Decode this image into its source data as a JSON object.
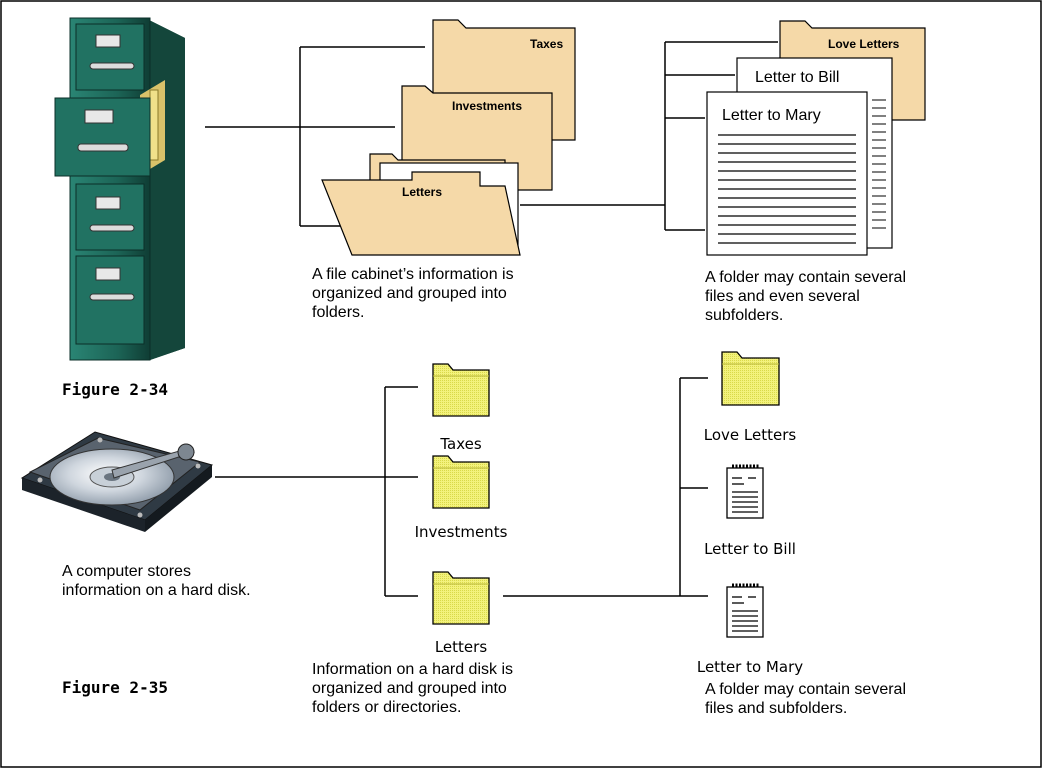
{
  "figure_2_34": {
    "label": "Figure 2-34",
    "folders": [
      "Taxes",
      "Investments",
      "Letters"
    ],
    "documents": {
      "folder": "Love Letters",
      "file_1": "Letter to Bill",
      "file_2": "Letter to Mary"
    },
    "caption_cabinet": "A file cabinet’s information is\norganized and grouped into\nfolders.",
    "caption_folder": "A folder may contain several\nfiles and even several\nsubfolders."
  },
  "figure_2_35": {
    "label": "Figure 2-35",
    "caption_disk": "A computer stores\ninformation on a hard disk.",
    "icons_left": [
      "Taxes",
      "Investments",
      "Letters"
    ],
    "icons_right": [
      "Love Letters",
      "Letter to Bill",
      "Letter to Mary"
    ],
    "caption_left": "Information on a hard disk is\norganized and grouped into\nfolders or directories.",
    "caption_right": "A folder may contain several\nfiles and subfolders."
  },
  "colors": {
    "manila": "#f5d9a8",
    "cabinet": "#1f6e5e",
    "yellow_folder": "#f2f07a"
  }
}
